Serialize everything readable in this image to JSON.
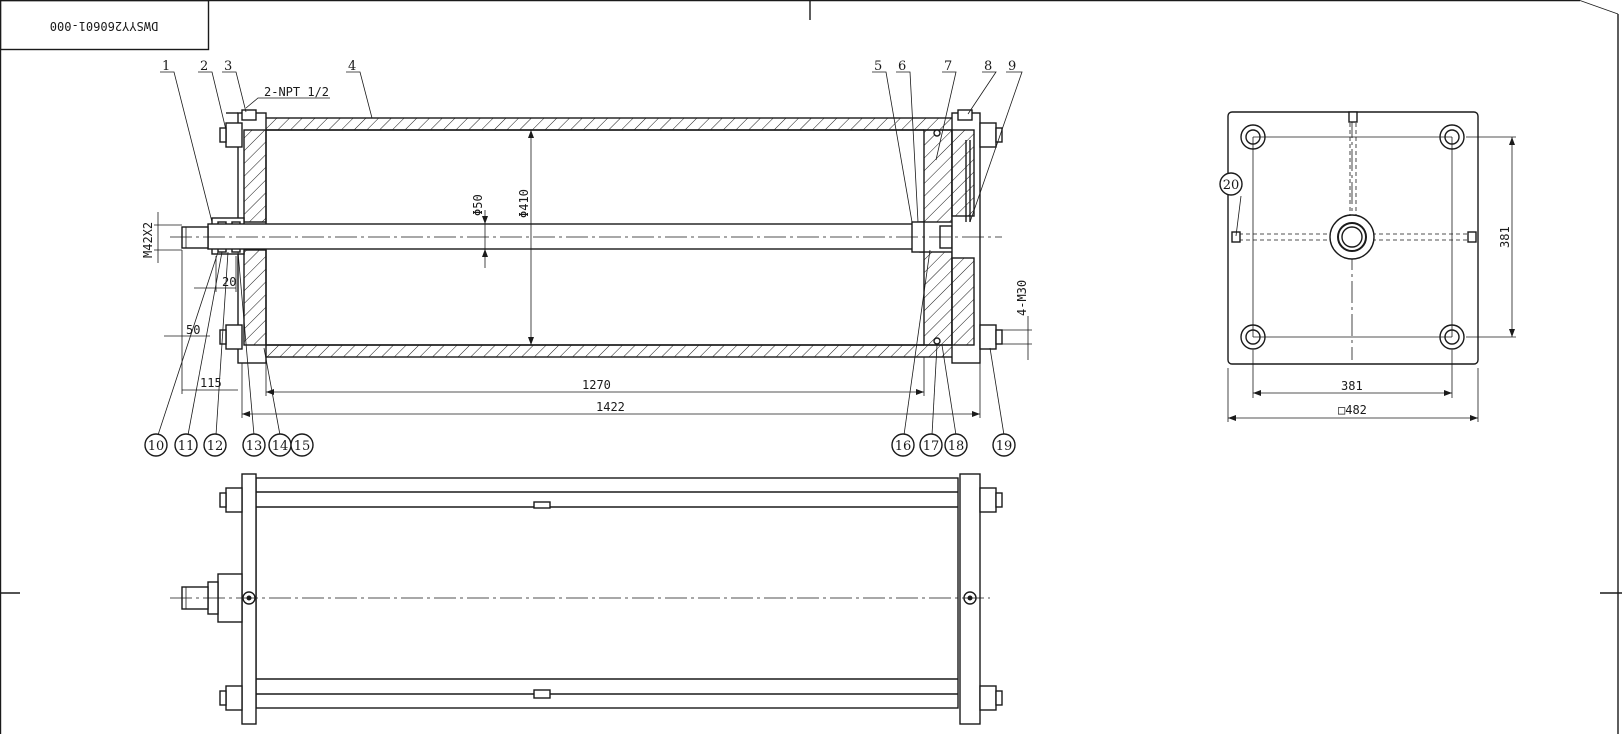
{
  "title_block": {
    "drawing_number": "DWSYY260601-000"
  },
  "balloons": [
    "1",
    "2",
    "3",
    "4",
    "5",
    "6",
    "7",
    "8",
    "9",
    "10",
    "11",
    "12",
    "13",
    "14",
    "15",
    "16",
    "17",
    "18",
    "19",
    "20"
  ],
  "notes": {
    "npt": "2-NPT 1/2",
    "thread": "M42X2",
    "bolts": "4-M30"
  },
  "dimensions": {
    "rod_dia": "Φ50",
    "bore_dia": "Φ410",
    "d20": "20",
    "d50": "50",
    "d115": "115",
    "d1270": "1270",
    "d1422": "1422",
    "side_h": "381",
    "side_w": "381",
    "plate": "□482"
  }
}
